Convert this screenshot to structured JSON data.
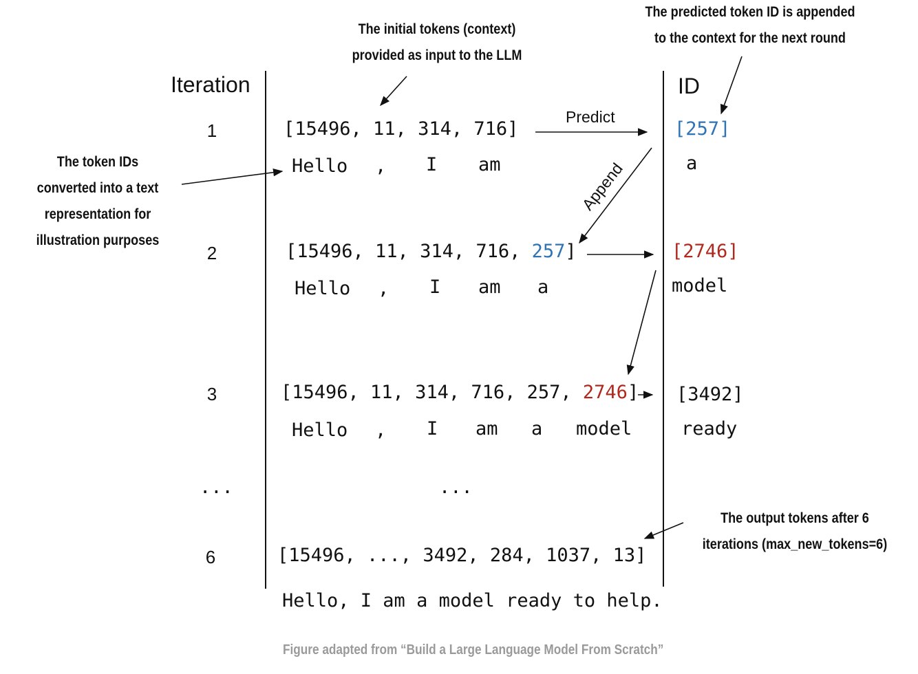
{
  "annotations": {
    "context_note": [
      "The initial tokens (context)",
      "provided as input to the LLM"
    ],
    "append_note": [
      "The predicted token ID is appended",
      "to the context for the next round"
    ],
    "text_repr_note": [
      "The token IDs",
      "converted into a text",
      "representation for",
      "illustration purposes"
    ],
    "output_note": [
      "The output tokens after 6",
      "iterations (max_new_tokens=6)"
    ]
  },
  "headers": {
    "iteration": "Iteration",
    "id": "ID"
  },
  "arrow_labels": {
    "predict": "Predict",
    "append": "Append"
  },
  "rows": [
    {
      "iteration": "1",
      "ids_prefix": "[15496, 11, 314, 716]",
      "ids_new": "",
      "ids_suffix": "",
      "tokens": [
        "Hello",
        ",",
        "I",
        "am"
      ],
      "predicted_id": "[257]",
      "predicted_token": "a"
    },
    {
      "iteration": "2",
      "ids_prefix": "[15496, 11, 314, 716, ",
      "ids_new": "257",
      "ids_suffix": "]",
      "tokens": [
        "Hello",
        ",",
        "I",
        "am",
        "a"
      ],
      "predicted_id": "[2746]",
      "predicted_token": "model"
    },
    {
      "iteration": "3",
      "ids_prefix": "[15496, 11, 314, 716, 257, ",
      "ids_new": "2746",
      "ids_suffix": "]",
      "tokens": [
        "Hello",
        ",",
        "I",
        "am",
        "a",
        "model"
      ],
      "predicted_id": "[3492]",
      "predicted_token": "ready"
    }
  ],
  "ellipsis": {
    "iteration": "...",
    "ids": "..."
  },
  "final_row": {
    "iteration": "6",
    "ids": "[15496, ..., 3492, 284, 1037, 13]",
    "text": "Hello, I am a model ready to help."
  },
  "caption": "Figure adapted from “Build a Large Language Model From Scratch”",
  "colors": {
    "new_id_row1": "#2f73b7",
    "new_id_row2": "#b0291f",
    "text": "#111111",
    "caption": "#9a9a9a"
  }
}
